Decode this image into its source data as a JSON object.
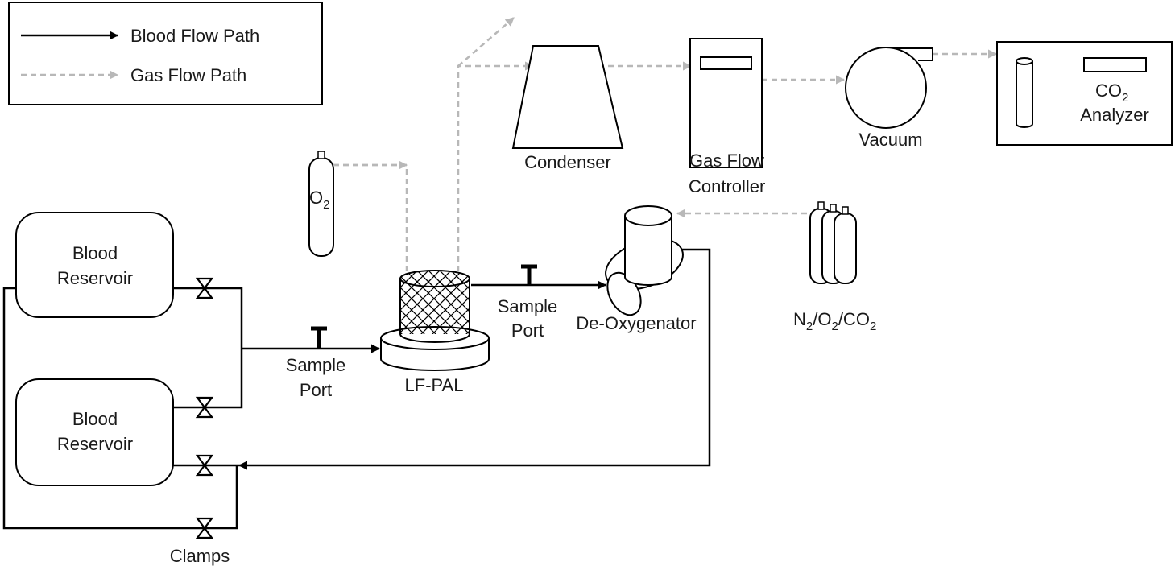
{
  "legend": {
    "blood_flow_label": "Blood Flow Path",
    "gas_flow_label": "Gas Flow Path"
  },
  "components": {
    "reservoir_top": [
      "Blood",
      "Reservoir"
    ],
    "reservoir_bottom": [
      "Blood",
      "Reservoir"
    ],
    "sample_port_left": [
      "Sample",
      "Port"
    ],
    "sample_port_right": [
      "Sample",
      "Port"
    ],
    "lf_pal": "LF-PAL",
    "deoxygenator": "De-Oxygenator",
    "condenser": "Condenser",
    "gas_flow_controller": [
      "Gas Flow",
      "Controller"
    ],
    "vacuum": "Vacuum",
    "co2_analyzer": {
      "co": "CO",
      "sub": "2",
      "line2": "Analyzer"
    },
    "o2_tank": {
      "main": "O",
      "sub": "2"
    },
    "gas_mix": {
      "n": "N",
      "sub1": "2",
      "slash1": "/O",
      "sub2": "2",
      "slash2": "/CO",
      "sub3": "2"
    },
    "clamps": "Clamps"
  },
  "colors": {
    "blood_flow": "#000000",
    "gas_flow": "#b8b8b8",
    "outline": "#000000"
  }
}
